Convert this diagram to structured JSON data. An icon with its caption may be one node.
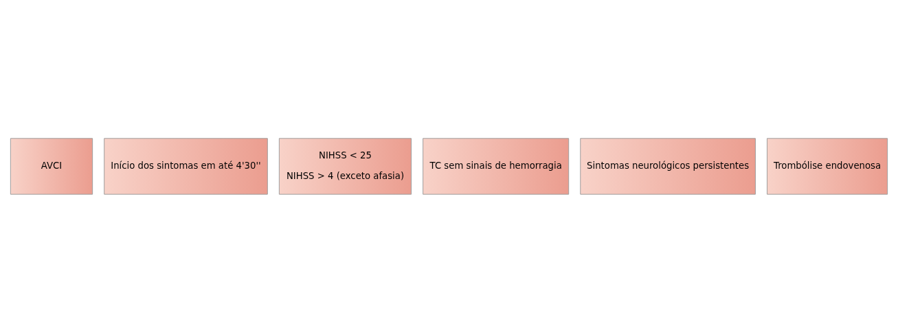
{
  "diagram": {
    "nodes": [
      {
        "text": [
          "AVCI"
        ]
      },
      {
        "text": [
          "Início dos sintomas em até 4'30''"
        ]
      },
      {
        "text": [
          "NIHSS < 25",
          "NIHSS > 4 (exceto afasia)"
        ]
      },
      {
        "text": [
          "TC sem sinais de hemorragia"
        ]
      },
      {
        "text": [
          "Sintomas neurológicos persistentes"
        ]
      },
      {
        "text": [
          "Trombólise endovenosa"
        ]
      }
    ],
    "edges": []
  }
}
